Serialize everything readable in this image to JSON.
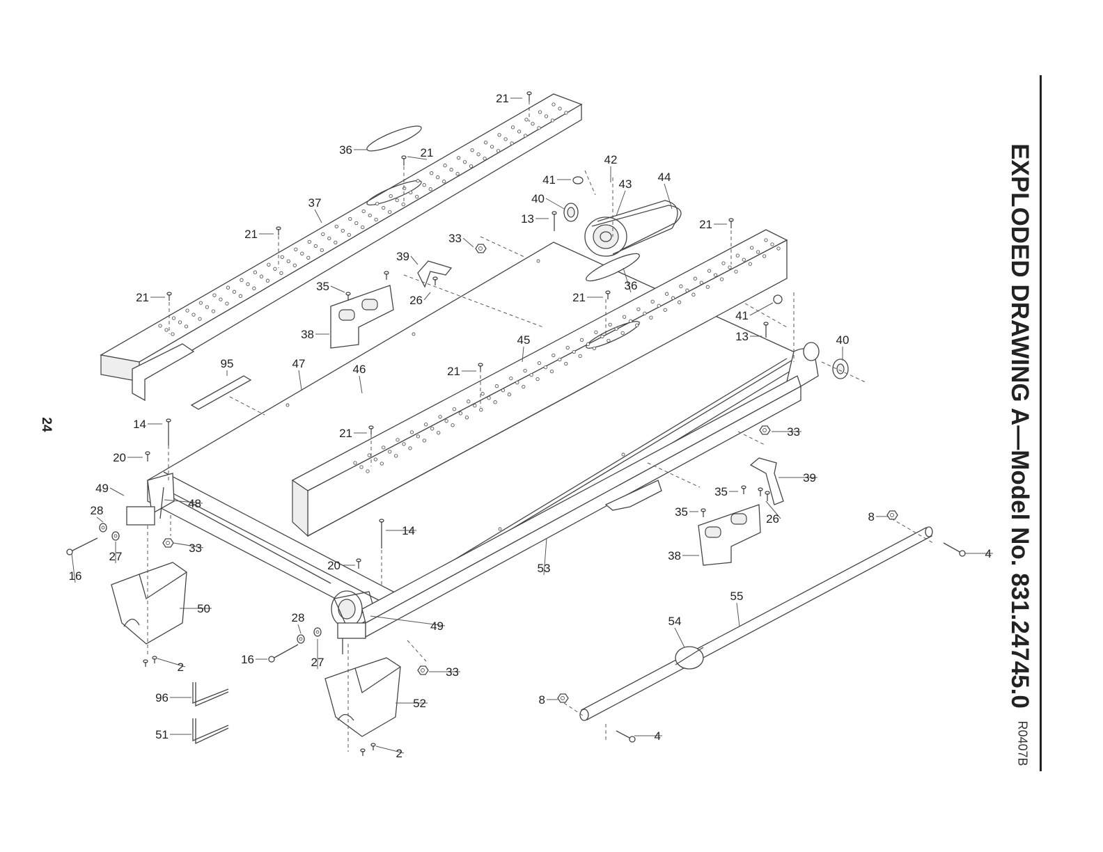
{
  "page": {
    "title": "EXPLODED DRAWING A—Model No. 831.24745.0",
    "page_number": "24",
    "drawing_code": "R0407B"
  },
  "callouts": [
    {
      "label": "21"
    },
    {
      "label": "36"
    },
    {
      "label": "21"
    },
    {
      "label": "37"
    },
    {
      "label": "21"
    },
    {
      "label": "21"
    },
    {
      "label": "38"
    },
    {
      "label": "35"
    },
    {
      "label": "39"
    },
    {
      "label": "33"
    },
    {
      "label": "26"
    },
    {
      "label": "95"
    },
    {
      "label": "47"
    },
    {
      "label": "46"
    },
    {
      "label": "14"
    },
    {
      "label": "20"
    },
    {
      "label": "49"
    },
    {
      "label": "48"
    },
    {
      "label": "28"
    },
    {
      "label": "27"
    },
    {
      "label": "16"
    },
    {
      "label": "33"
    },
    {
      "label": "50"
    },
    {
      "label": "2"
    },
    {
      "label": "96"
    },
    {
      "label": "51"
    },
    {
      "label": "41"
    },
    {
      "label": "42"
    },
    {
      "label": "43"
    },
    {
      "label": "44"
    },
    {
      "label": "40"
    },
    {
      "label": "13"
    },
    {
      "label": "21"
    },
    {
      "label": "36"
    },
    {
      "label": "21"
    },
    {
      "label": "41"
    },
    {
      "label": "13"
    },
    {
      "label": "40"
    },
    {
      "label": "45"
    },
    {
      "label": "21"
    },
    {
      "label": "21"
    },
    {
      "label": "33"
    },
    {
      "label": "39"
    },
    {
      "label": "35"
    },
    {
      "label": "35"
    },
    {
      "label": "26"
    },
    {
      "label": "38"
    },
    {
      "label": "14"
    },
    {
      "label": "20"
    },
    {
      "label": "53"
    },
    {
      "label": "49"
    },
    {
      "label": "28"
    },
    {
      "label": "16"
    },
    {
      "label": "27"
    },
    {
      "label": "33"
    },
    {
      "label": "52"
    },
    {
      "label": "2"
    },
    {
      "label": "8"
    },
    {
      "label": "4"
    },
    {
      "label": "55"
    },
    {
      "label": "54"
    },
    {
      "label": "8"
    },
    {
      "label": "4"
    }
  ]
}
